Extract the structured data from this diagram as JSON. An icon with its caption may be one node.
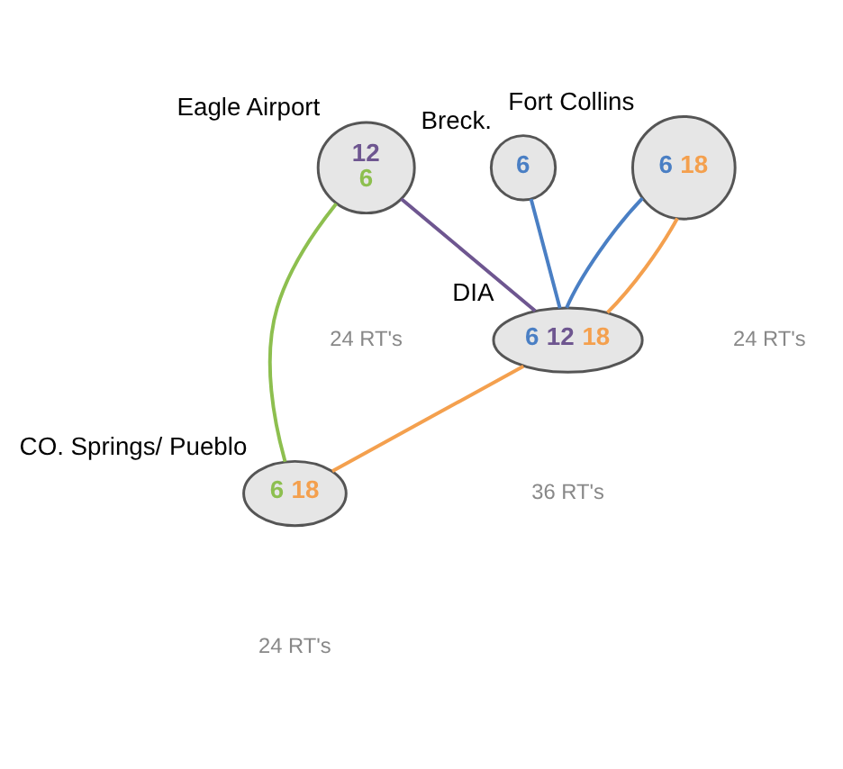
{
  "diagram": {
    "nodes": [
      {
        "text": [
          "6",
          "18"
        ],
        "beside": [
          "Fort Collins"
        ]
      },
      {
        "text": [
          "6",
          "12",
          "18"
        ],
        "beside": [
          "DIA"
        ]
      },
      {
        "text": [
          "12",
          "6"
        ],
        "beside": [
          "Eagle Airport"
        ]
      },
      {
        "text": [
          "6"
        ],
        "beside": [
          "Breck."
        ]
      },
      {
        "text": [
          "6",
          "18"
        ],
        "beside": [
          "CO. Springs/ Pueblo"
        ]
      }
    ],
    "edges": [
      {
        "from": 0,
        "to": 1,
        "arrow": "none",
        "color": "#4a7fc4"
      },
      {
        "from": 0,
        "to": 1,
        "arrow": "none",
        "color": "#f4a04e"
      },
      {
        "from": 3,
        "to": 1,
        "arrow": "none",
        "color": "#4a7fc4"
      },
      {
        "from": 2,
        "to": 1,
        "arrow": "none",
        "color": "#6e5690"
      },
      {
        "from": 2,
        "to": 4,
        "arrow": "none",
        "color": "#8dbf4f"
      },
      {
        "from": 1,
        "to": 4,
        "arrow": "none",
        "color": "#f4a04e"
      }
    ],
    "labels": [
      "24 RT's",
      "36 RT's",
      "24 RT's",
      "24 RT's"
    ]
  }
}
